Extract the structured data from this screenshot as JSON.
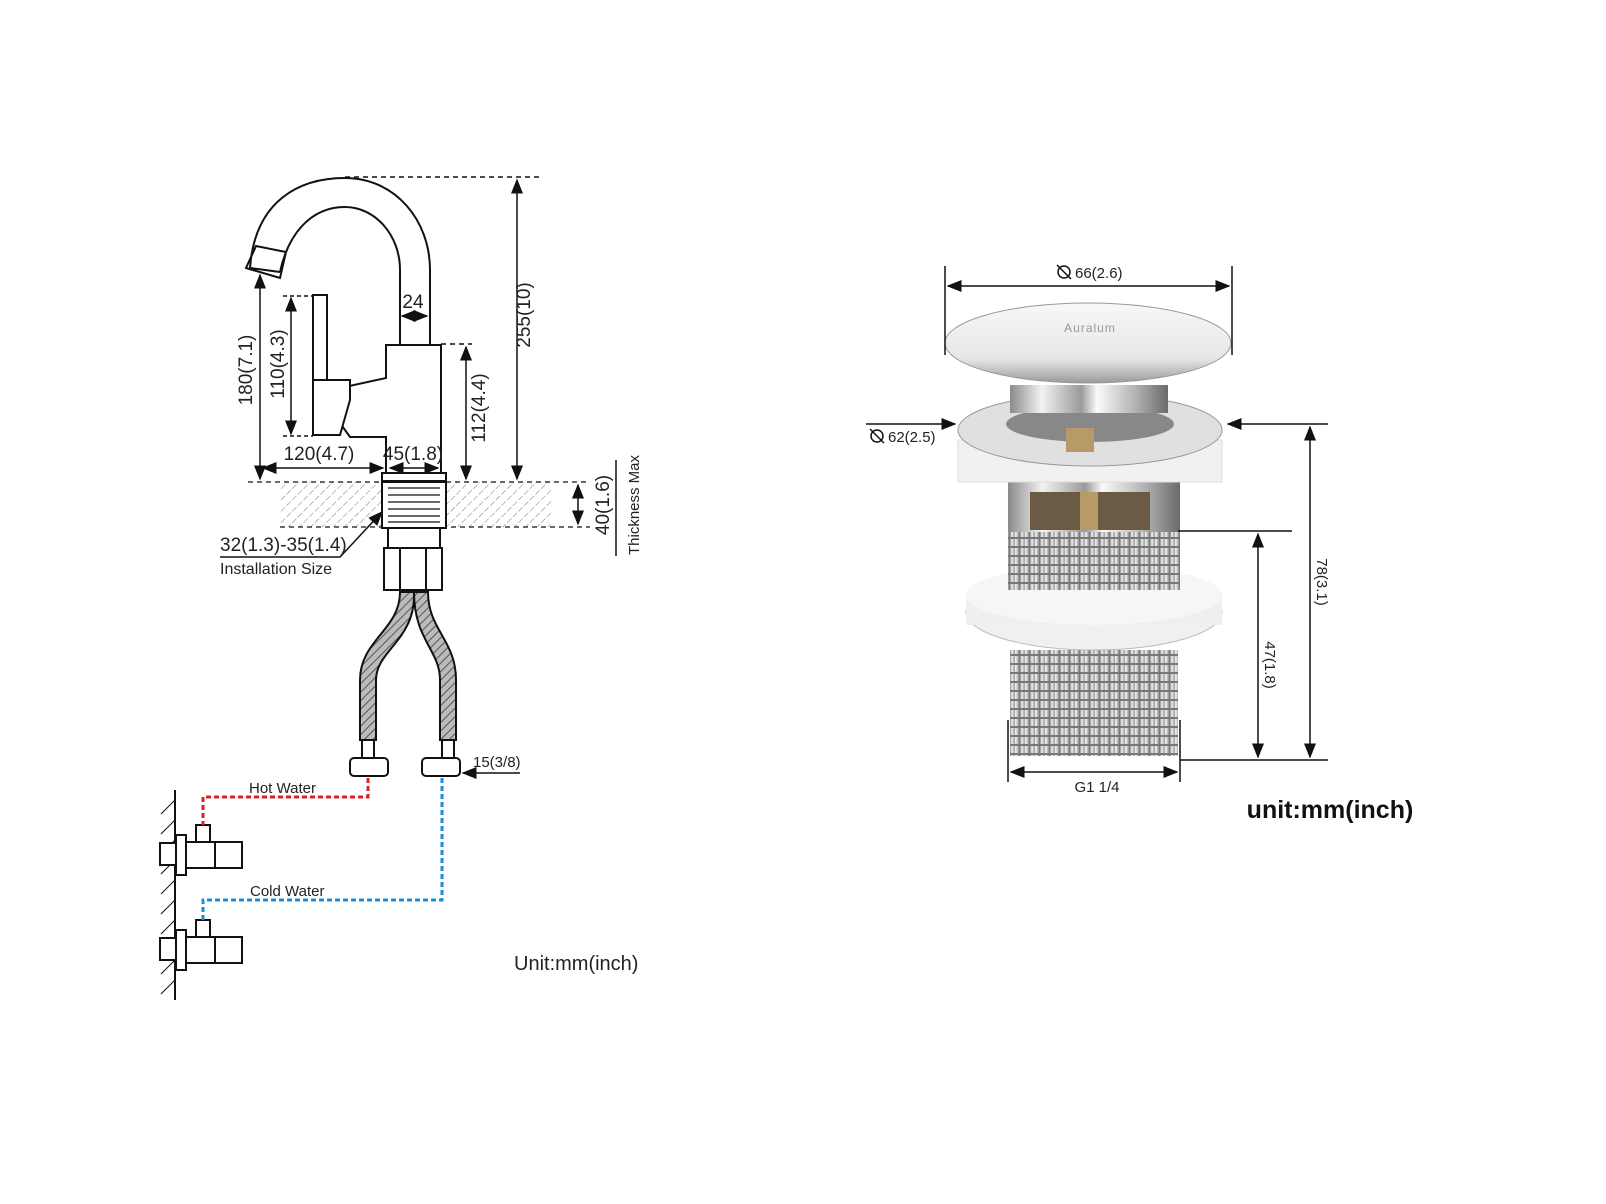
{
  "faucet": {
    "dims": {
      "height_total": "255(10)",
      "body_height": "112(4.4)",
      "spout_height": "180(7.1)",
      "handle_height": "110(4.3)",
      "spout_width": "24",
      "reach": "120(4.7)",
      "body_width": "45(1.8)",
      "thickness": "40(1.6)",
      "thickness_label": "Thickness Max",
      "install_size": "32(1.3)-35(1.4)",
      "install_label": "Installation Size",
      "hose_connector": "15(3/8)"
    },
    "hot_water_label": "Hot Water",
    "cold_water_label": "Cold Water",
    "unit": "Unit:mm(inch)",
    "colors": {
      "hot": "#e02020",
      "cold": "#1a8fd8"
    }
  },
  "drain": {
    "brand": "Auralum",
    "dims": {
      "cap_diameter": "66(2.6)",
      "flange_diameter": "62(2.5)",
      "total_height": "78(3.1)",
      "thread_height": "47(1.8)",
      "thread": "G1 1/4"
    },
    "unit": "unit:mm(inch)"
  }
}
